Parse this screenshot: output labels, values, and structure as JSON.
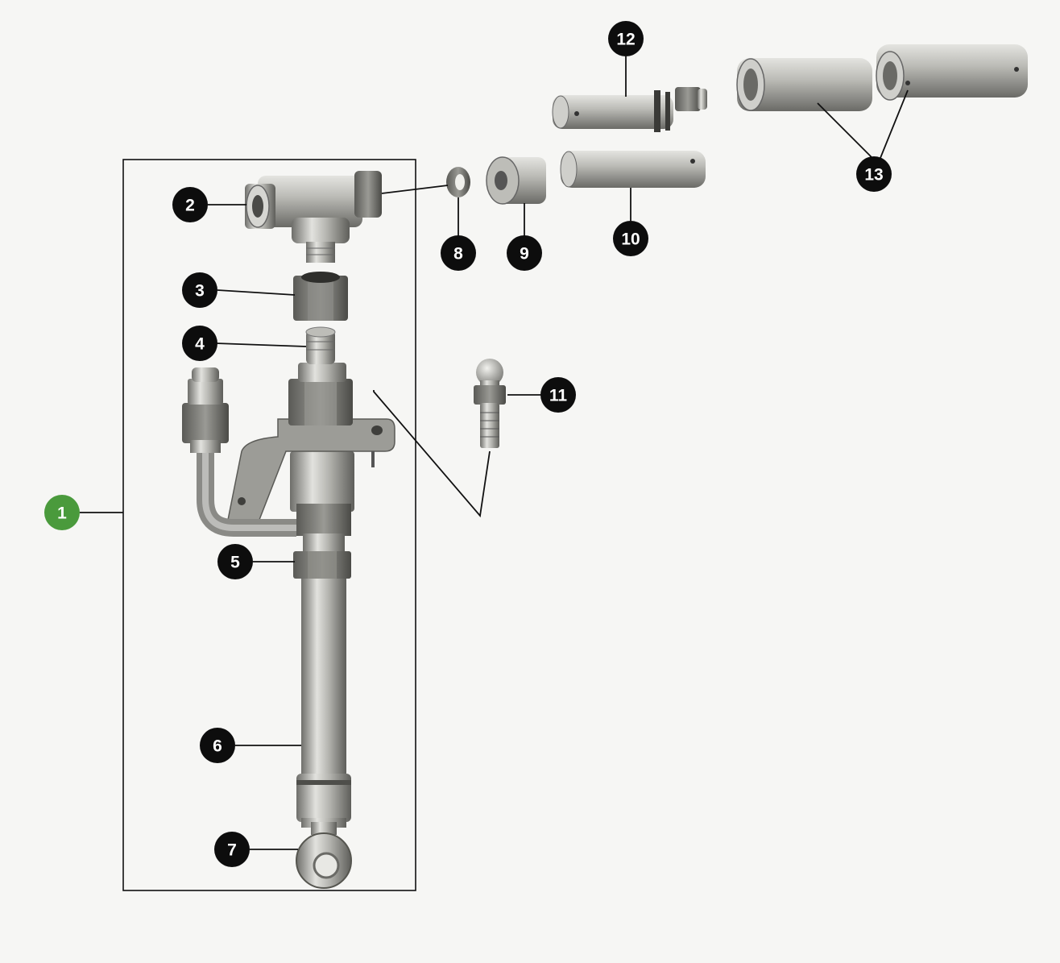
{
  "callouts": {
    "c1": "1",
    "c2": "2",
    "c3": "3",
    "c4": "4",
    "c5": "5",
    "c6": "6",
    "c7": "7",
    "c8": "8",
    "c9": "9",
    "c10": "10",
    "c11": "11",
    "c12": "12",
    "c13": "13"
  },
  "colors": {
    "background": "#f6f6f4",
    "callout_dark": "#0d0d0d",
    "callout_assembly": "#4a9a3c",
    "metal_light": "#d8d8d4",
    "metal_mid": "#a9a9a4",
    "metal_dark": "#6e6e6a"
  }
}
